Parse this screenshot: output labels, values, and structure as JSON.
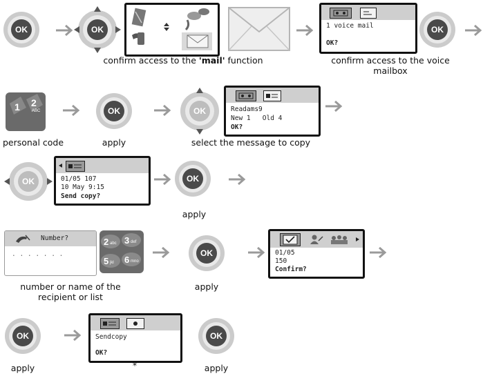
{
  "captions": {
    "row1_mail": "confirm access to the ",
    "row1_mail_strong": "'mail'",
    "row1_mail_end": " function",
    "row1_voicemail_l1": "confirm access to the voice",
    "row1_voicemail_l2": "mailbox",
    "row2_code": "personal code",
    "row2_apply": "apply",
    "row2_select": "select the message to copy",
    "row3_apply": "apply",
    "row4_number_l1": "number or name of the",
    "row4_number_l2": "recipient or list",
    "row4_apply": "apply",
    "row5_apply1": "apply",
    "row5_star": "*",
    "row5_apply2": "apply"
  },
  "ok_label": "OK",
  "keypad": {
    "row2_keys": [
      "1",
      "2",
      "ABC"
    ],
    "row4_keys": [
      "2",
      "abc",
      "3",
      "def",
      "5",
      "jkl",
      "6",
      "mno"
    ]
  },
  "screens": {
    "voicemail": {
      "line1": "1 voice mail",
      "line2": "OK?"
    },
    "readmsg": {
      "line1": "Readams9",
      "line2_a": "New 1",
      "line2_b": "Old 4",
      "line3": "OK?"
    },
    "sendcopy": {
      "line1": "01/05 107",
      "line2": "10 May 9:15",
      "line3": "Send copy?"
    },
    "number": {
      "prompt": "Number?",
      "dots": ". . . . . . ."
    },
    "confirm": {
      "line1": "01/05",
      "line2": "150",
      "line3": "Confirm?"
    },
    "final": {
      "line1": "Sendcopy",
      "line2": "OK?"
    }
  },
  "colors": {
    "ok_ring": "#c8c8c8",
    "ok_center": "#4a4a4a",
    "arrow": "#9a9a9a",
    "screen_border": "#111111"
  }
}
